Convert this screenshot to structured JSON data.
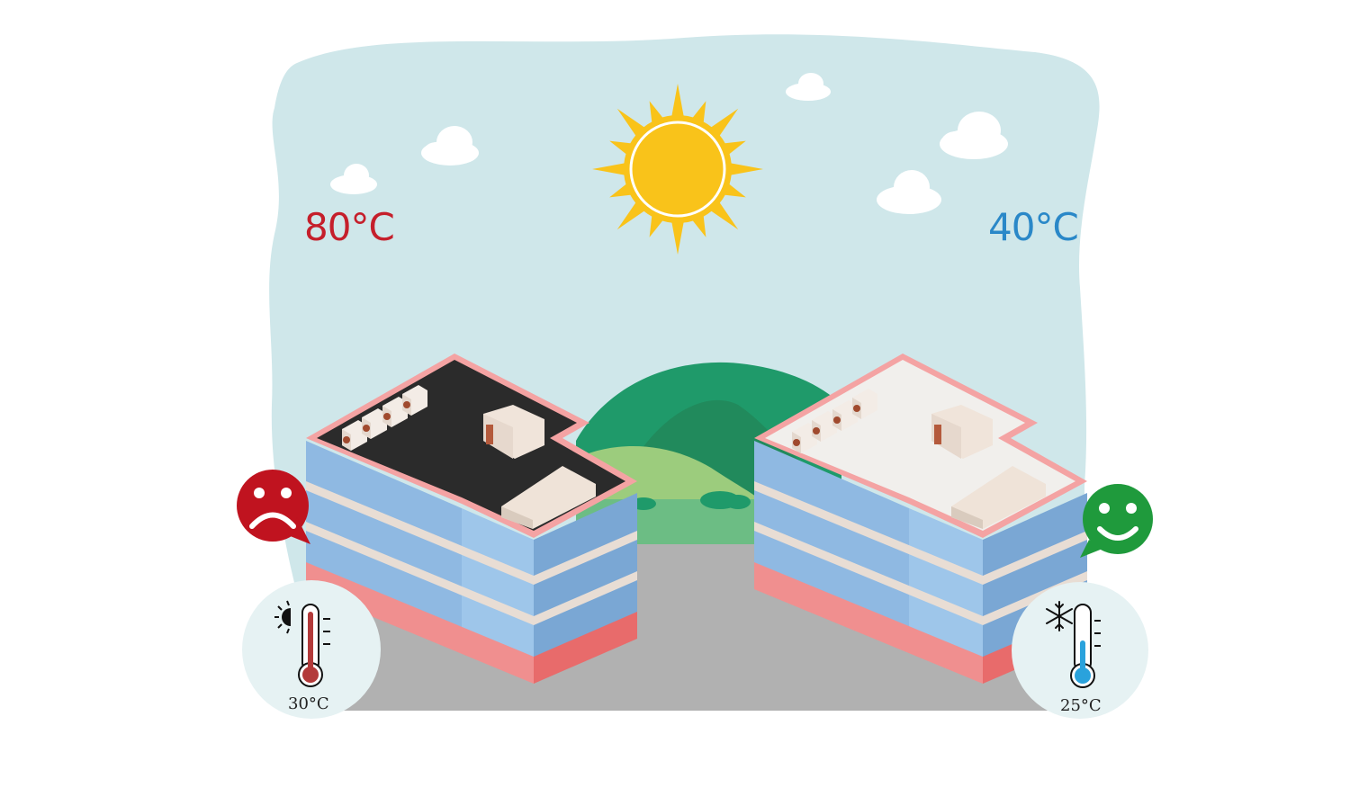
{
  "hot_building": {
    "roof_temp": "80°C",
    "indoor_temp": "30°C",
    "mood": "sad-face",
    "roof_color": "#2b2b2b",
    "accent_color": "#c51f2b"
  },
  "cool_building": {
    "roof_temp": "40°C",
    "indoor_temp": "25°C",
    "mood": "happy-face",
    "roof_color": "#f1efec",
    "accent_color": "#2a88c8"
  },
  "colors": {
    "sky": "#cfe7ea",
    "sun": "#f9c31a",
    "hill_dark": "#1f9a6a",
    "hill_light": "#9ccc7d",
    "ground": "#b1b1b1",
    "happy": "#1f9a3c",
    "sad": "#c0131f"
  }
}
